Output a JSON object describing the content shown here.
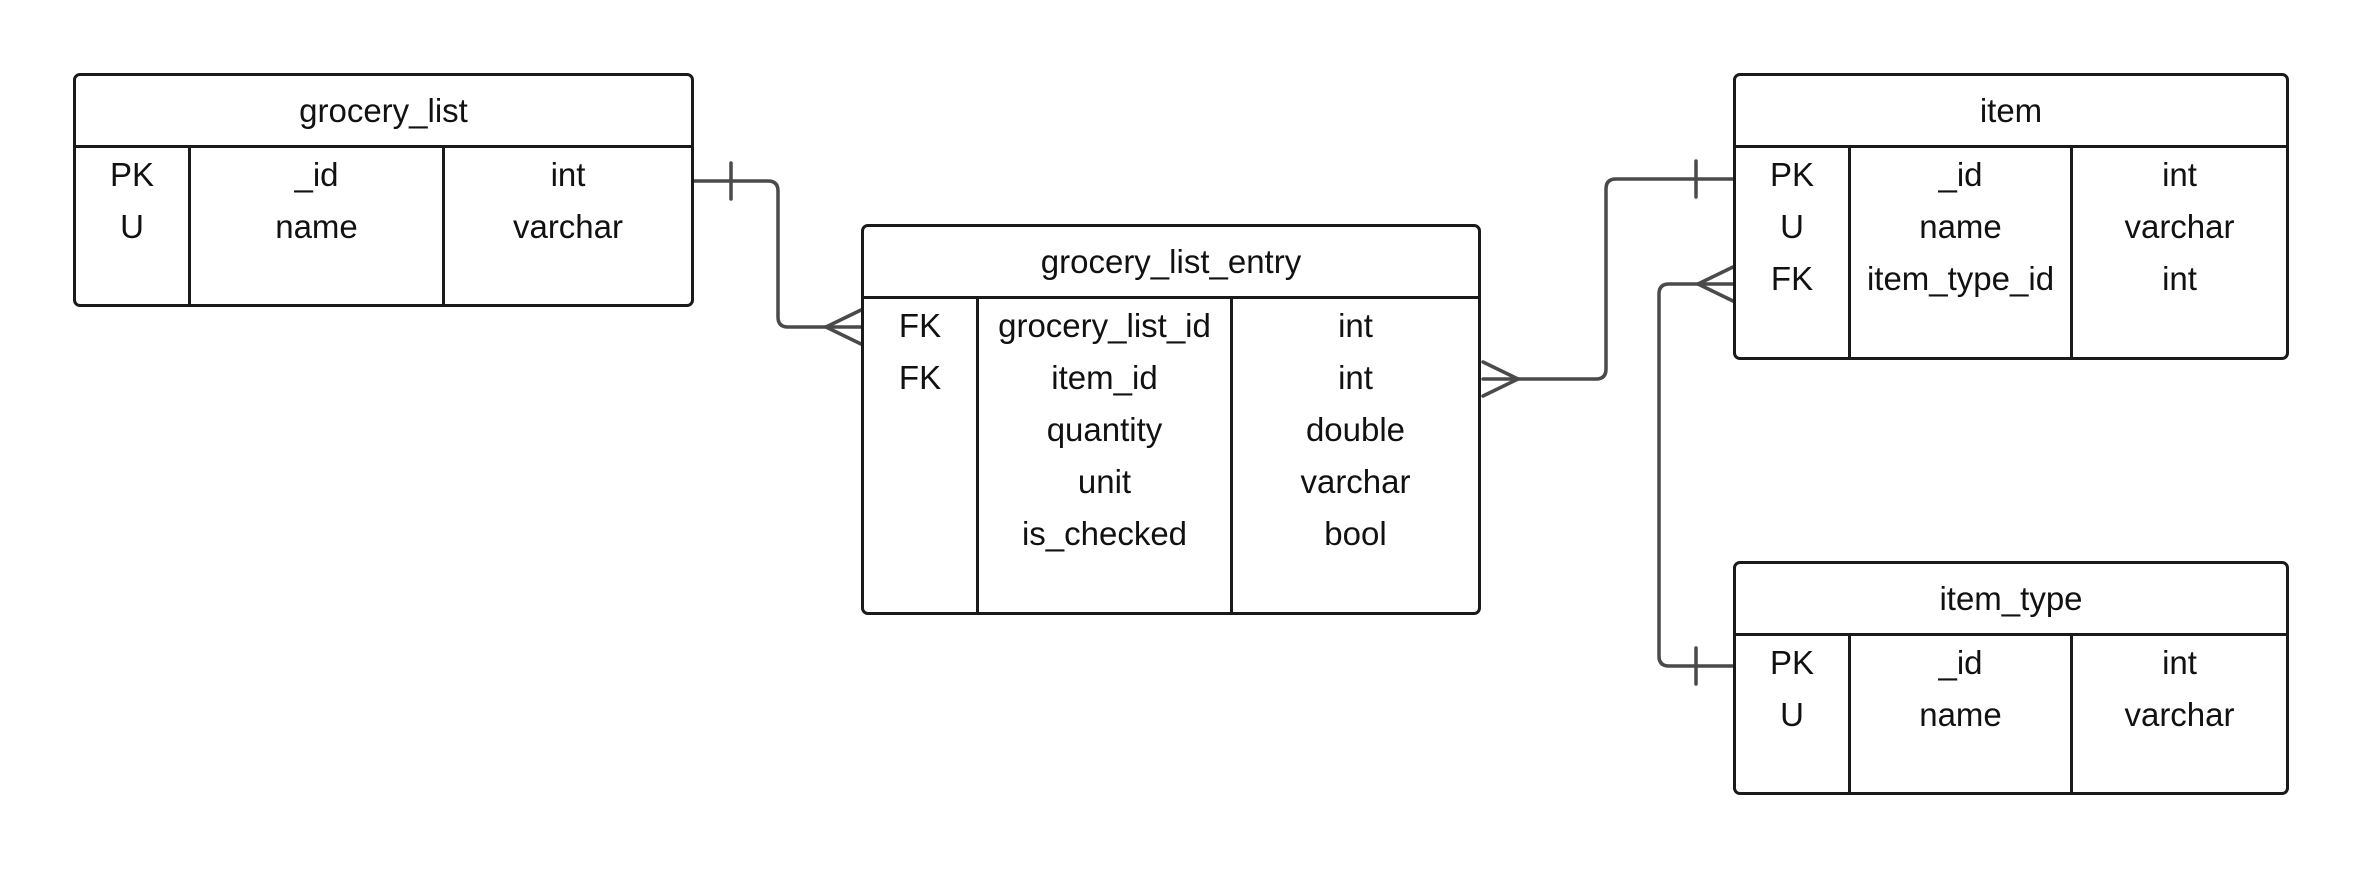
{
  "entities": {
    "grocery_list": {
      "title": "grocery_list",
      "rows": [
        {
          "key": "PK",
          "field": "_id",
          "type": "int"
        },
        {
          "key": "U",
          "field": "name",
          "type": "varchar"
        }
      ]
    },
    "grocery_list_entry": {
      "title": "grocery_list_entry",
      "rows": [
        {
          "key": "FK",
          "field": "grocery_list_id",
          "type": "int"
        },
        {
          "key": "FK",
          "field": "item_id",
          "type": "int"
        },
        {
          "key": "",
          "field": "quantity",
          "type": "double"
        },
        {
          "key": "",
          "field": "unit",
          "type": "varchar"
        },
        {
          "key": "",
          "field": "is_checked",
          "type": "bool"
        }
      ]
    },
    "item": {
      "title": "item",
      "rows": [
        {
          "key": "PK",
          "field": "_id",
          "type": "int"
        },
        {
          "key": "U",
          "field": "name",
          "type": "varchar"
        },
        {
          "key": "FK",
          "field": "item_type_id",
          "type": "int"
        }
      ]
    },
    "item_type": {
      "title": "item_type",
      "rows": [
        {
          "key": "PK",
          "field": "_id",
          "type": "int"
        },
        {
          "key": "U",
          "field": "name",
          "type": "varchar"
        }
      ]
    }
  },
  "relationships": [
    {
      "from": "grocery_list",
      "from_cardinality": "one",
      "to": "grocery_list_entry",
      "to_cardinality": "many"
    },
    {
      "from": "grocery_list_entry",
      "from_cardinality": "many",
      "to": "item",
      "to_cardinality": "one"
    },
    {
      "from": "item",
      "from_cardinality": "many",
      "to": "item_type",
      "to_cardinality": "one"
    }
  ],
  "colors": {
    "entity_border": "#1a1a1a",
    "connector": "#4a4a4a",
    "background": "#ffffff"
  }
}
